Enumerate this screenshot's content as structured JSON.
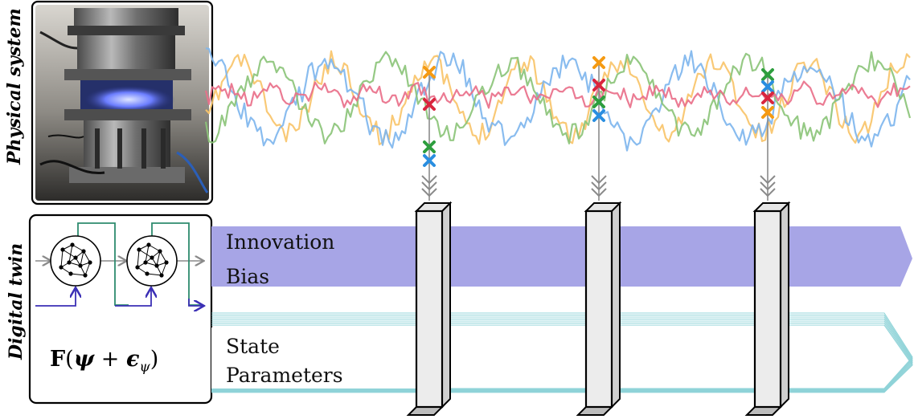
{
  "labels": {
    "physical_system": "Physical system",
    "digital_twin": "Digital twin"
  },
  "upper_band": {
    "line1": "Innovation",
    "line2": "Bias"
  },
  "lower_band": {
    "line1": "State",
    "line2": "Parameters"
  },
  "formula": {
    "F": "F",
    "open": "(",
    "psi": "ψ",
    "plus": " + ",
    "eps": "ϵ",
    "sub": "ψ",
    "close": ")"
  },
  "colors": {
    "signal_blue": "#7fb6ee",
    "signal_green": "#8cc47a",
    "signal_yellow": "#f8c46a",
    "signal_red": "#e9708a",
    "marker_orange": "#f59a12",
    "marker_red": "#d9253e",
    "marker_green": "#2e9e3e",
    "marker_blue": "#2a8ee0",
    "upper_band": "#a7a5e6",
    "lower_band_line": "#8fd3d8",
    "network_green": "#2e8b6e",
    "network_purple": "#3b2fb5",
    "arrow_gray": "#8a8a8a"
  },
  "observations": [
    {
      "name": "observation-1",
      "markers": [
        "orange",
        "red",
        "green",
        "blue"
      ]
    },
    {
      "name": "observation-2",
      "markers": [
        "orange",
        "red",
        "green",
        "blue"
      ]
    },
    {
      "name": "observation-3",
      "markers": [
        "green",
        "blue",
        "red",
        "orange"
      ]
    }
  ],
  "photo": {
    "description_icon": "machine-photo"
  }
}
